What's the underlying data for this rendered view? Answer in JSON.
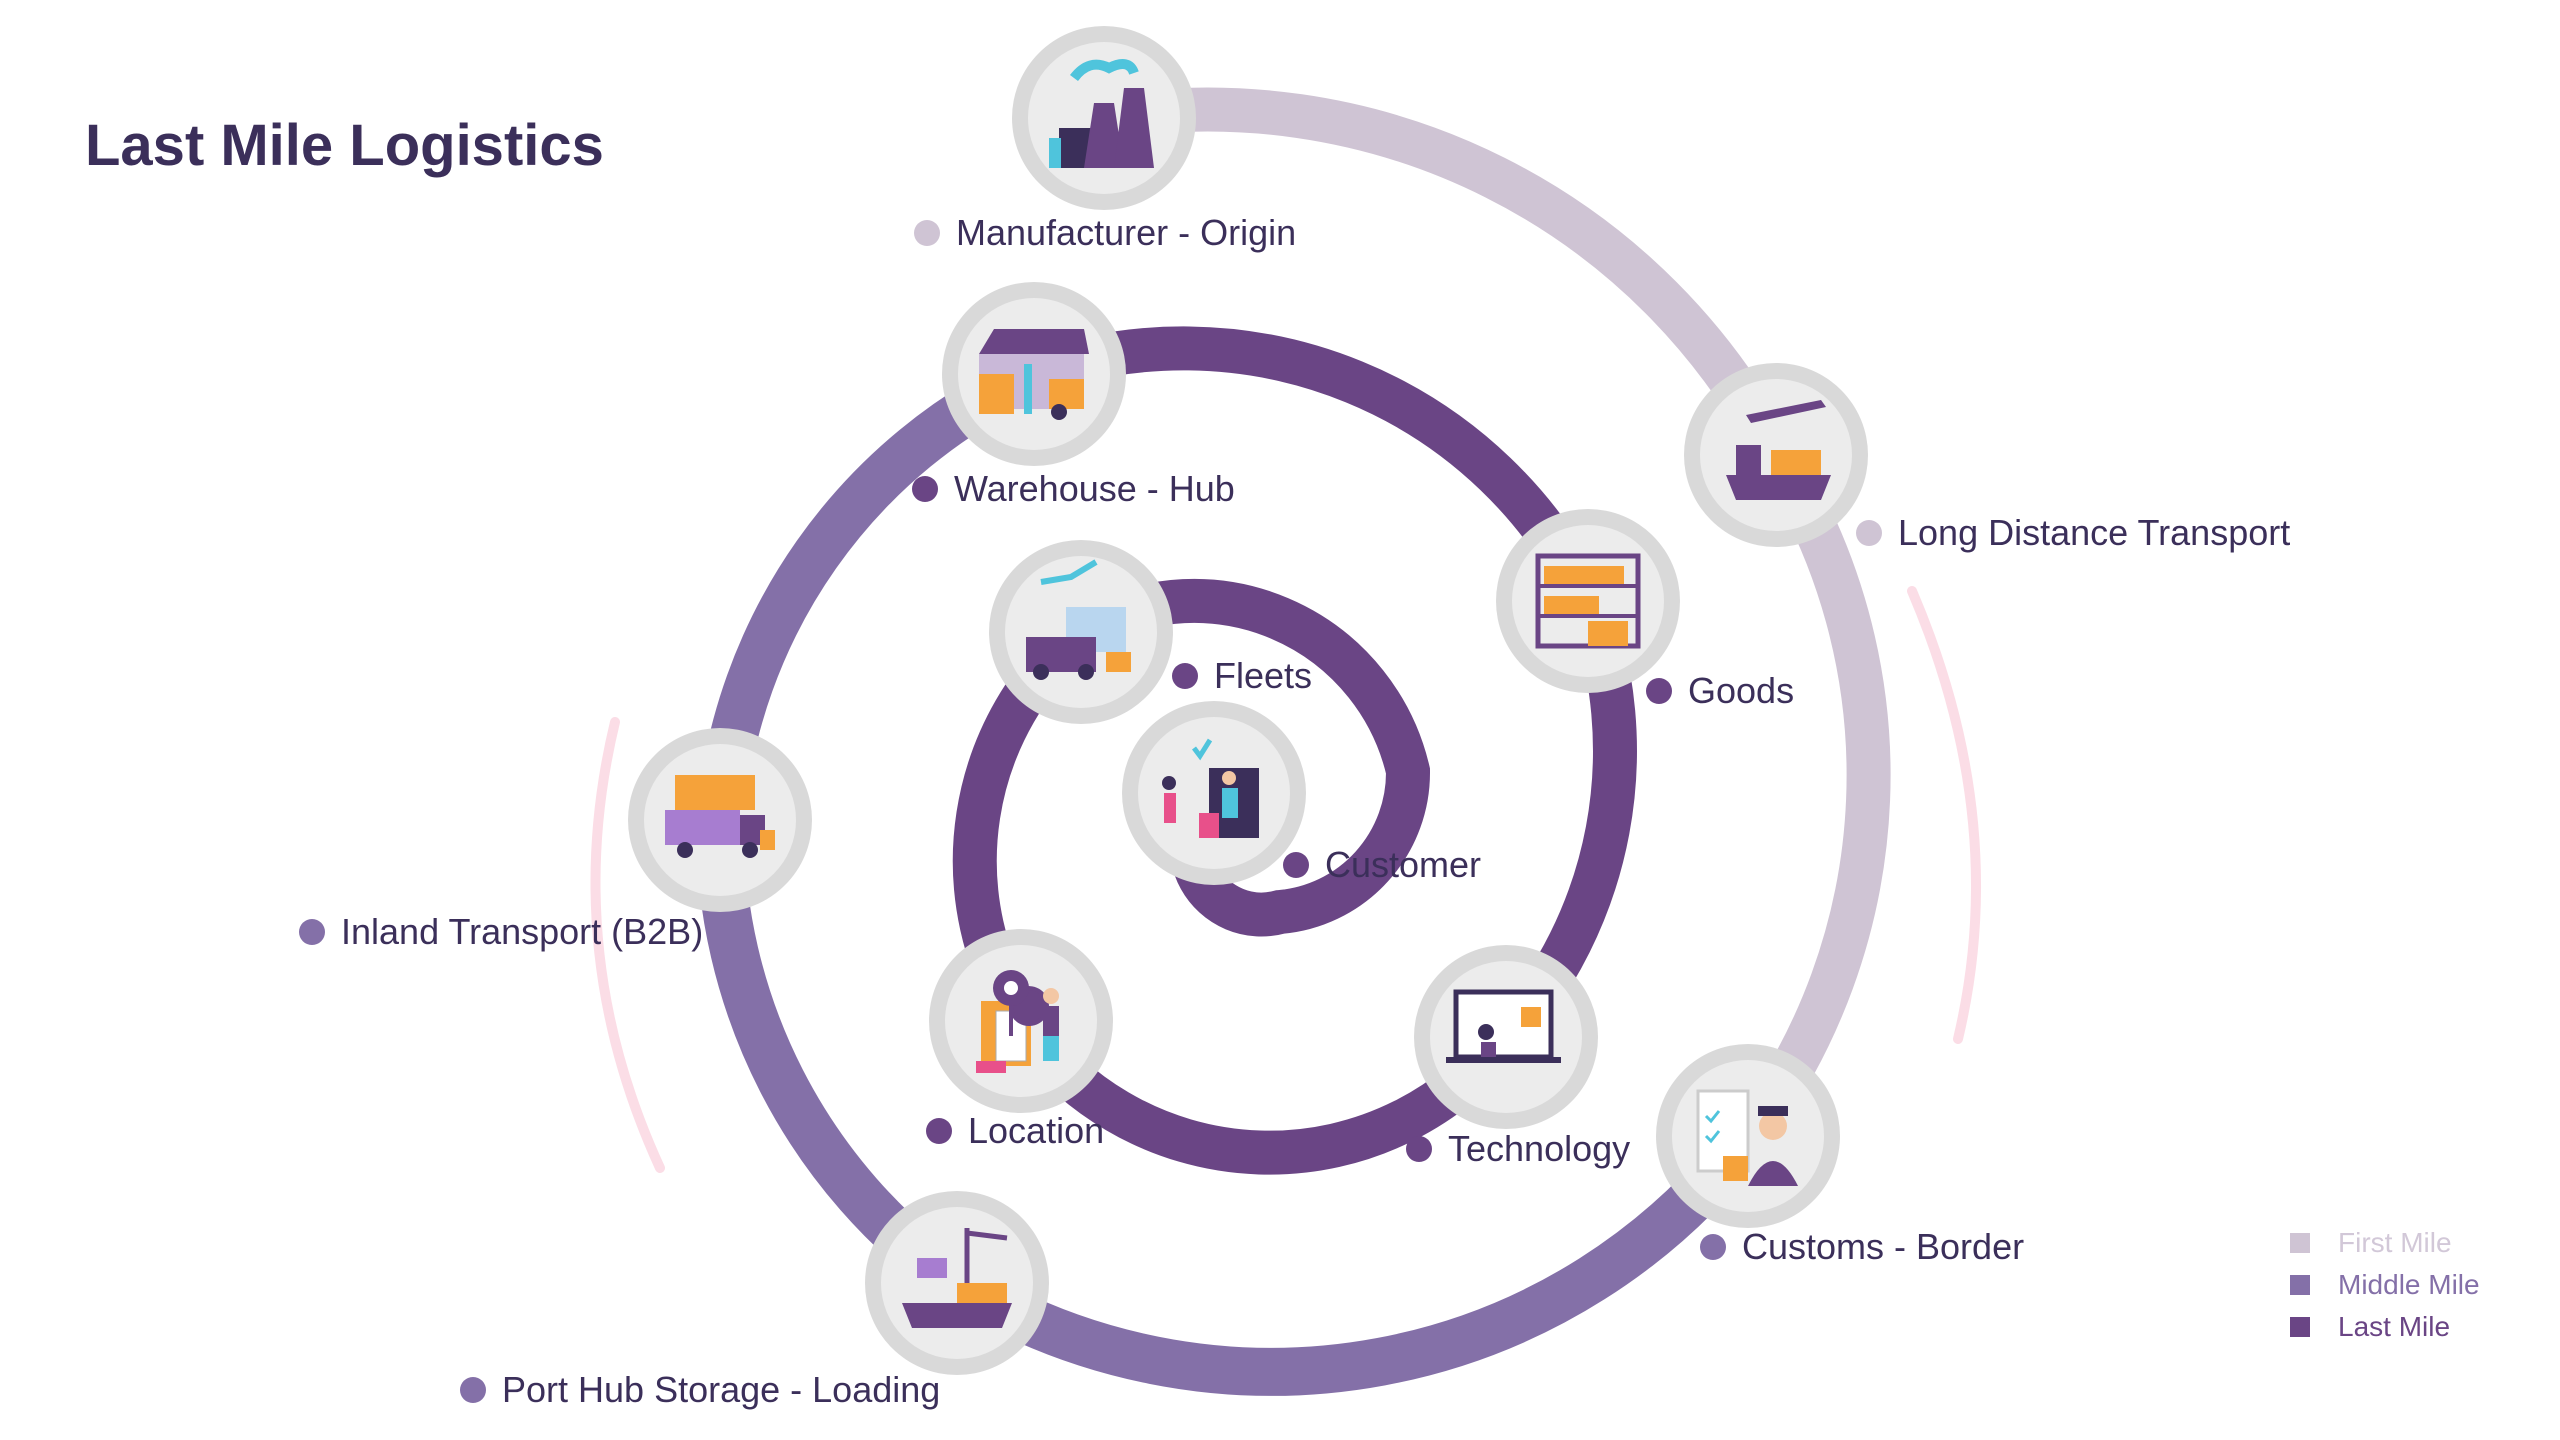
{
  "title": "Last Mile Logistics",
  "colors": {
    "first_mile": "#cfc4d4",
    "middle_mile": "#8470a8",
    "last_mile": "#6a4585",
    "accent_arc": "#fbdde6",
    "text": "#3b2f5a"
  },
  "stages": [
    {
      "id": "manufacturer",
      "label": "Manufacturer - Origin",
      "segment": "first_mile",
      "icon": "factory-icon"
    },
    {
      "id": "long-distance",
      "label": "Long Distance Transport",
      "segment": "first_mile",
      "icon": "cargo-ship-plane-icon"
    },
    {
      "id": "customs",
      "label": "Customs - Border",
      "segment": "middle_mile",
      "icon": "customs-officer-icon"
    },
    {
      "id": "port",
      "label": "Port Hub Storage - Loading",
      "segment": "middle_mile",
      "icon": "port-crane-ship-icon"
    },
    {
      "id": "inland",
      "label": "Inland Transport (B2B)",
      "segment": "middle_mile",
      "icon": "truck-icon"
    },
    {
      "id": "warehouse",
      "label": "Warehouse - Hub",
      "segment": "last_mile",
      "icon": "warehouse-forklift-icon"
    },
    {
      "id": "goods",
      "label": "Goods",
      "segment": "last_mile",
      "icon": "goods-shelf-icon"
    },
    {
      "id": "technology",
      "label": "Technology",
      "segment": "last_mile",
      "icon": "laptop-worker-icon"
    },
    {
      "id": "location",
      "label": "Location",
      "segment": "last_mile",
      "icon": "location-pin-icon"
    },
    {
      "id": "fleets",
      "label": "Fleets",
      "segment": "last_mile",
      "icon": "delivery-van-icon"
    },
    {
      "id": "customer",
      "label": "Customer",
      "segment": "last_mile",
      "icon": "customer-package-icon"
    }
  ],
  "legend": [
    {
      "label": "First Mile",
      "color": "#cfc4d4"
    },
    {
      "label": "Middle Mile",
      "color": "#8470a8"
    },
    {
      "label": "Last Mile",
      "color": "#6a4585"
    }
  ]
}
